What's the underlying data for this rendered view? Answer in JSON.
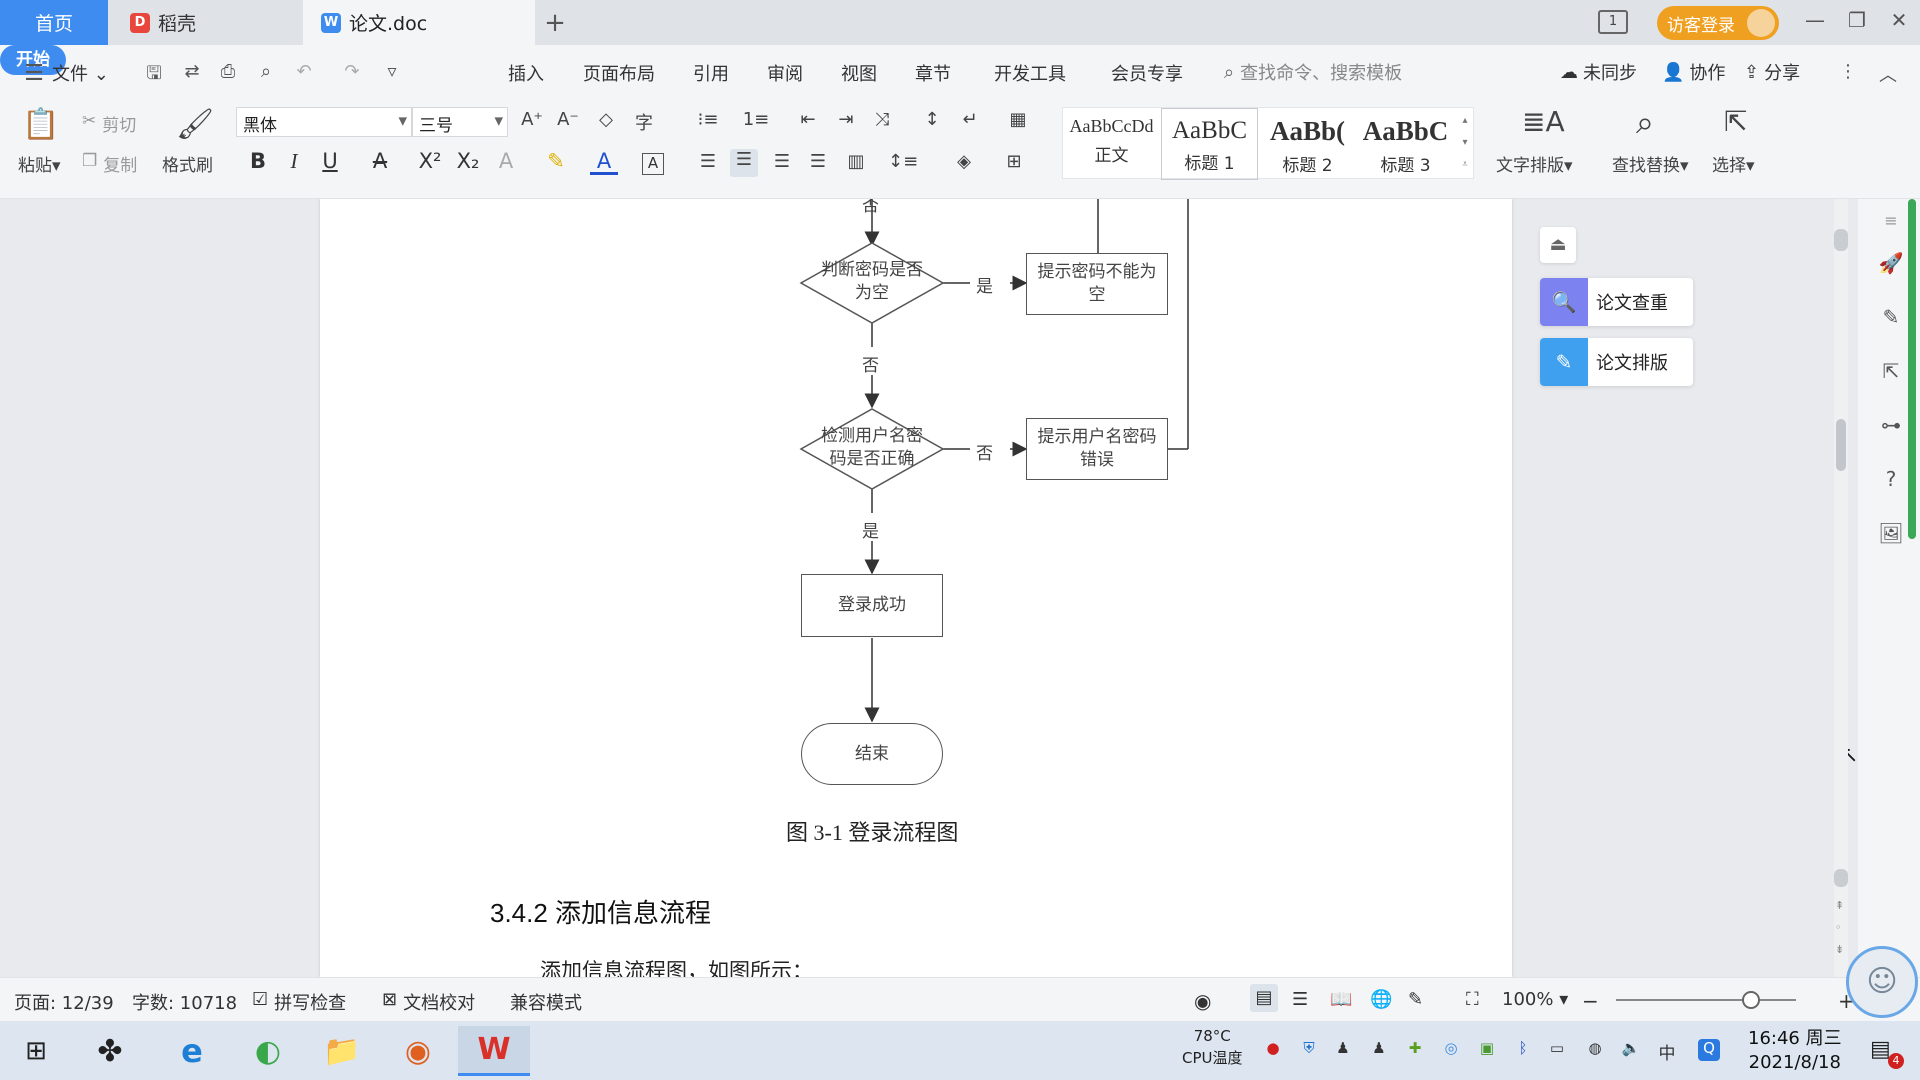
{
  "tabs": {
    "home": "首页",
    "daoke": "稻壳",
    "doc": "论文.doc"
  },
  "account": {
    "guest_login": "访客登录",
    "tab_count": "1"
  },
  "menubar": {
    "file": "文件",
    "items": [
      "开始",
      "插入",
      "页面布局",
      "引用",
      "审阅",
      "视图",
      "章节",
      "开发工具",
      "会员专享"
    ],
    "search_placeholder": "查找命令、搜索模板",
    "sync": "未同步",
    "collab": "协作",
    "share": "分享"
  },
  "ribbon": {
    "paste": "粘贴",
    "cut": "剪切",
    "copy": "复制",
    "format_painter": "格式刷",
    "font": "黑体",
    "size": "三号",
    "styles": [
      {
        "preview": "AaBbCcDd",
        "name": "正文"
      },
      {
        "preview": "AaBbC",
        "name": "标题 1"
      },
      {
        "preview": "AaBb(",
        "name": "标题 2"
      },
      {
        "preview": "AaBbC",
        "name": "标题 3"
      }
    ],
    "text_layout": "文字排版",
    "find_replace": "查找替换",
    "select": "选择"
  },
  "document": {
    "flow": {
      "top_no": "否",
      "check_empty": "判断密码是否为空",
      "yes1": "是",
      "empty_tip": "提示密码不能为空",
      "no1": "否",
      "check_correct": "检测用户名密码是否正确",
      "no2": "否",
      "wrong_tip": "提示用户名密码错误",
      "yes2": "是",
      "success": "登录成功",
      "end": "结束"
    },
    "caption": "图 3-1 登录流程图",
    "heading": "3.4.2 添加信息流程",
    "body_text": "添加信息流程图，如图所示："
  },
  "side_panel": {
    "plagiarism": "论文查重",
    "layout": "论文排版"
  },
  "status": {
    "page": "页面: 12/39",
    "words": "字数: 10718",
    "spell": "拼写检查",
    "proof": "文档校对",
    "compat": "兼容模式",
    "zoom": "100%",
    "zoom_fraction": 0.75
  },
  "taskbar": {
    "cpu_temp": "78°C",
    "cpu_label": "CPU温度",
    "ime": "中",
    "time": "16:46 周三",
    "date": "2021/8/18",
    "notif_count": "4"
  }
}
